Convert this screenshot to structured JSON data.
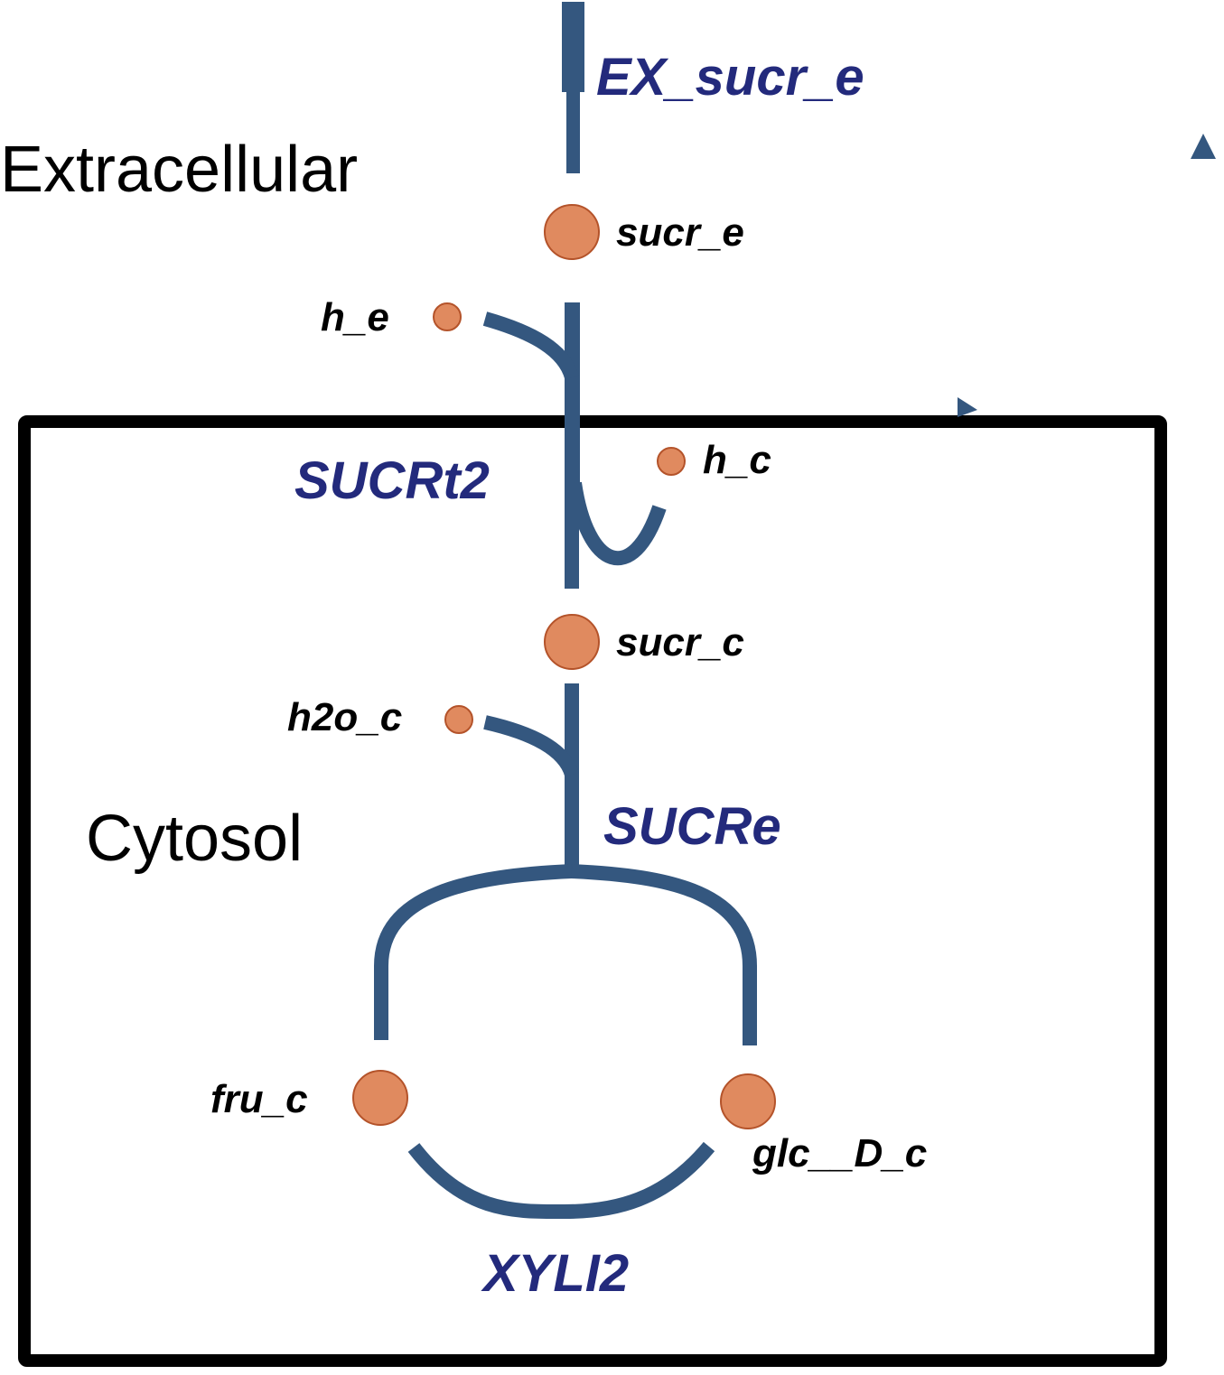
{
  "compartments": {
    "extracellular": "Extracellular",
    "cytosol": "Cytosol"
  },
  "reactions": {
    "ex_sucr_e": "EX_sucr_e",
    "sucrt2": "SUCRt2",
    "sucre": "SUCRe",
    "xyli2": "XYLI2"
  },
  "metabolites": {
    "sucr_e": "sucr_e",
    "h_e": "h_e",
    "h_c": "h_c",
    "sucr_c": "sucr_c",
    "h2o_c": "h2o_c",
    "fru_c": "fru_c",
    "glc_d_c": "glc__D_c"
  },
  "colors": {
    "reaction": "#34577f",
    "reaction_label": "#232a7c",
    "metabolite_fill": "#e08a5f",
    "metabolite_stroke": "#b4532a",
    "compartment_border": "#000000"
  }
}
